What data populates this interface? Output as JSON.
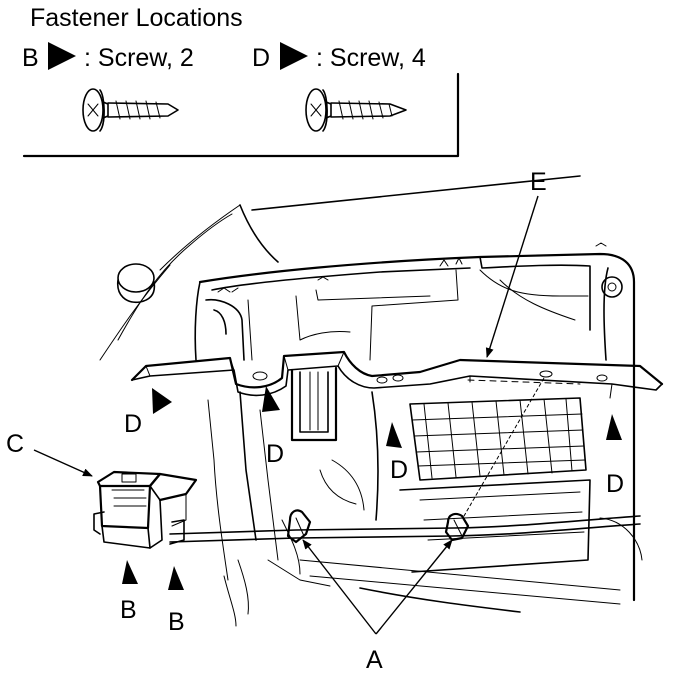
{
  "header": {
    "title": "Fastener Locations"
  },
  "legend": {
    "items": [
      {
        "letter": "B",
        "desc": ": Screw, 2"
      },
      {
        "letter": "D",
        "desc": ": Screw, 4"
      }
    ]
  },
  "callouts": {
    "A": "A",
    "B": "B",
    "C": "C",
    "D": "D",
    "E": "E"
  }
}
